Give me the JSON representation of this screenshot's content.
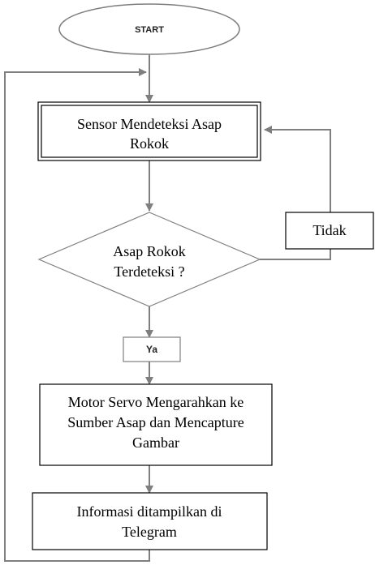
{
  "flowchart": {
    "start": {
      "label": "START"
    },
    "sensor": {
      "line1": "Sensor Mendeteksi Asap",
      "line2": "Rokok"
    },
    "decision": {
      "line1": "Asap Rokok",
      "line2": "Terdeteksi ?"
    },
    "no_branch": {
      "label": "Tidak"
    },
    "yes_branch": {
      "label": "Ya"
    },
    "servo": {
      "line1": "Motor Servo Mengarahkan ke",
      "line2": "Sumber Asap dan Mencapture",
      "line3": "Gambar"
    },
    "telegram": {
      "line1": "Informasi ditampilkan di",
      "line2": "Telegram"
    }
  },
  "colors": {
    "line": "#7f7f7f",
    "stroke": "#000000",
    "fill": "#ffffff",
    "text": "#000000"
  }
}
